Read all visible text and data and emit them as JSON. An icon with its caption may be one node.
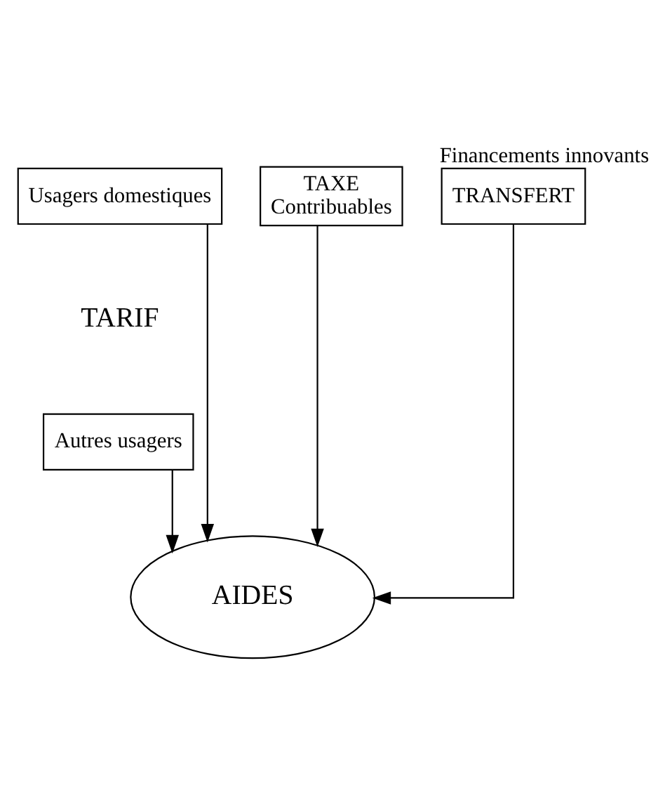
{
  "diagram": {
    "nodes": [
      {
        "text": [
          "TAXE",
          "Contribuables"
        ]
      },
      {
        "text": [
          "Usagers domestiques"
        ]
      },
      {
        "text": [
          "TRANSFERT"
        ],
        "beside": [
          "Financements innovants"
        ]
      },
      {
        "text": [
          "Autres usagers"
        ]
      },
      {
        "text": [
          "AIDES"
        ]
      }
    ],
    "edges": [
      {
        "from": 1,
        "to": 4,
        "arrow": "to"
      },
      {
        "from": 3,
        "to": 4,
        "arrow": "to"
      },
      {
        "from": 0,
        "to": 4,
        "arrow": "to"
      },
      {
        "from": 2,
        "to": 4,
        "arrow": "to"
      }
    ],
    "labels": [
      "TARIF"
    ]
  }
}
